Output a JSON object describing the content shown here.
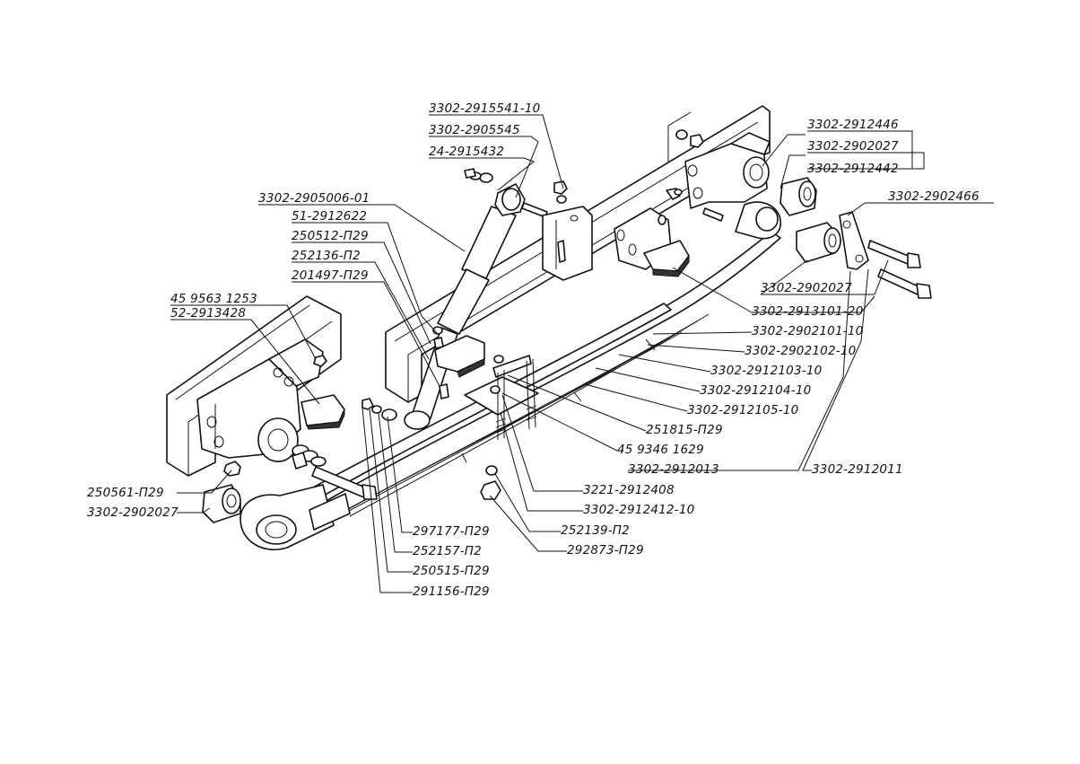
{
  "labels": {
    "p01": "3302-2915541-10",
    "p02": "3302-2905545",
    "p03": "24-2915432",
    "p04": "3302-2905006-01",
    "p05": "51-2912622",
    "p06": "250512-П29",
    "p07": "252136-П2",
    "p08": "201497-П29",
    "p09": "45 9563 1253",
    "p10": "52-2913428",
    "p11": "250561-П29",
    "p12": "3302-2902027",
    "p13": "3302-2912446",
    "p14": "3302-2902027",
    "p15": "3302-2912442",
    "p16": "3302-2902466",
    "p17": "3302-2902027",
    "p18": "3302-2913101-20",
    "p19": "3302-2902101-10",
    "p20": "3302-2902102-10",
    "p21": "3302-2912103-10",
    "p22": "3302-2912104-10",
    "p23": "3302-2912105-10",
    "p24": "251815-П29",
    "p25": "45 9346 1629",
    "p26": "3302-2912013",
    "p27": "3302-2912011",
    "p28": "3221-2912408",
    "p29": "3302-2912412-10",
    "p30": "252139-П2",
    "p31": "292873-П29",
    "p32": "297177-П29",
    "p33": "252157-П2",
    "p34": "250515-П29",
    "p35": "291156-П29"
  }
}
